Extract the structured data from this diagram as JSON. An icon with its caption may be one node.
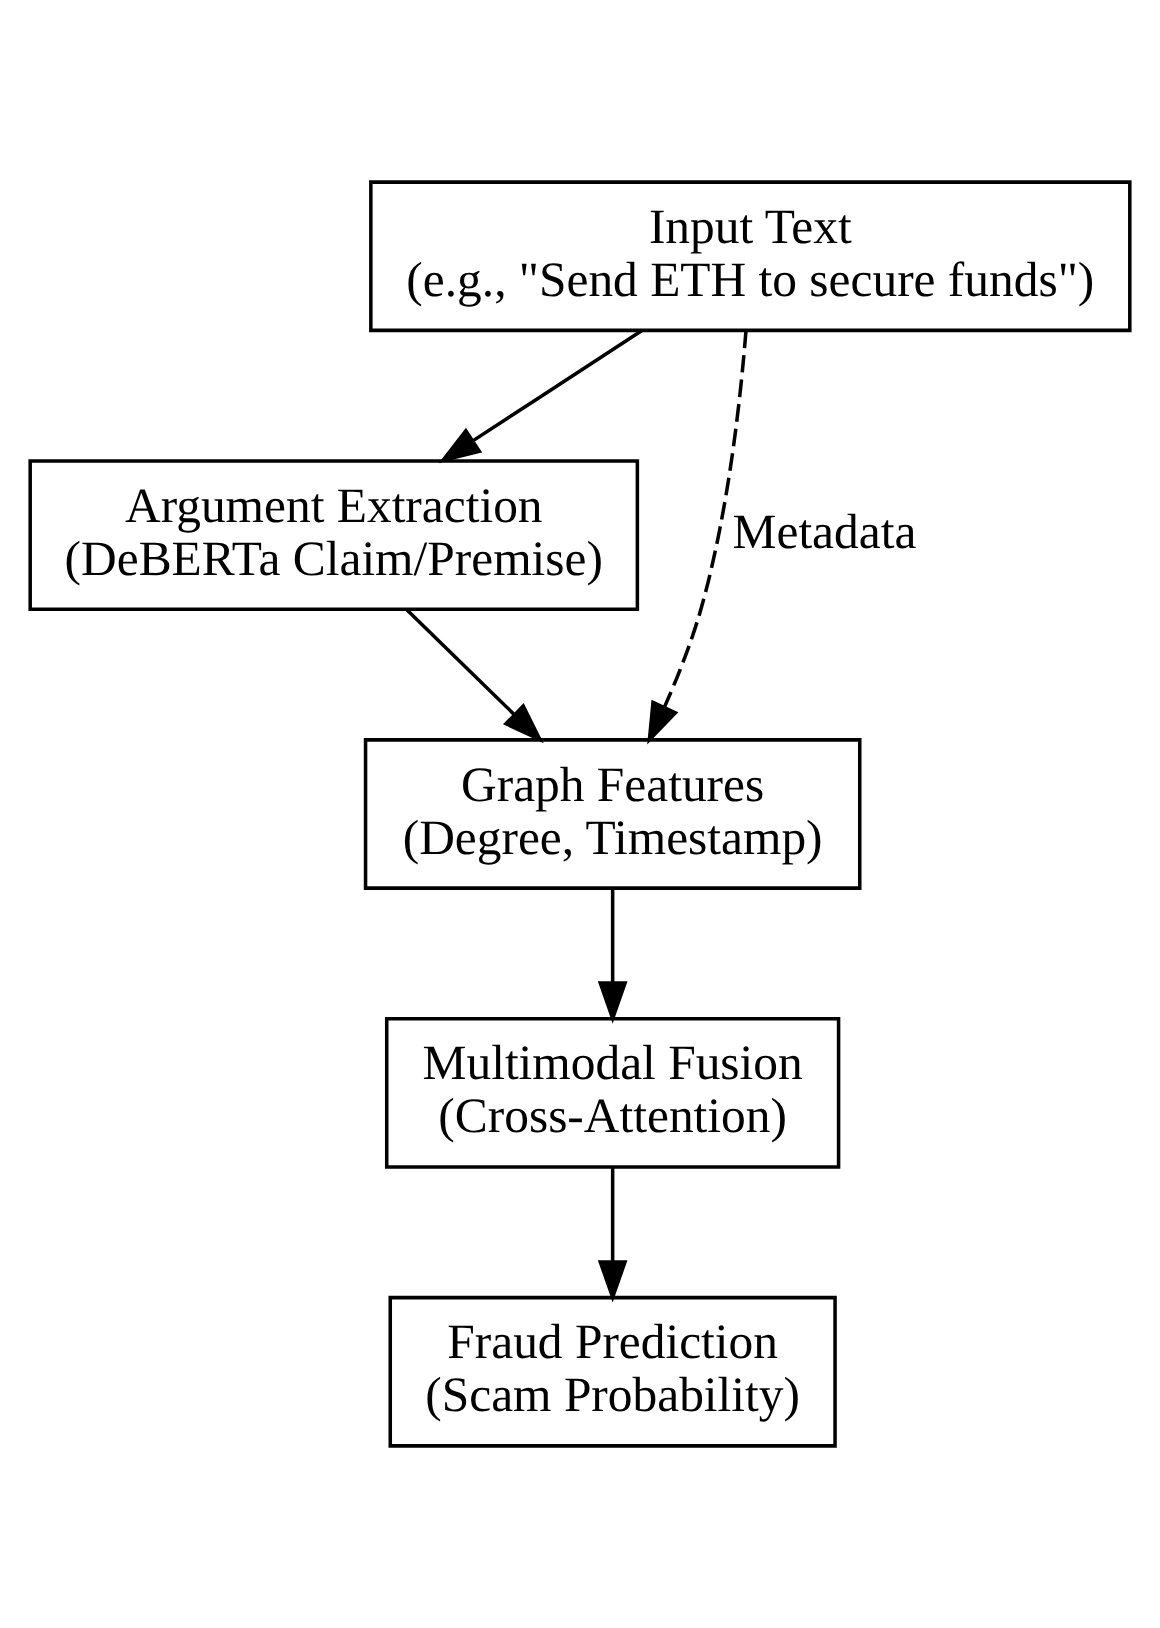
{
  "diagram": {
    "nodes": [
      {
        "text": [
          "Input Text",
          "(e.g., \"Send ETH to secure funds\")"
        ]
      },
      {
        "text": [
          "Argument Extraction",
          "(DeBERTa Claim/Premise)"
        ]
      },
      {
        "text": [
          "Graph Features",
          "(Degree, Timestamp)"
        ]
      },
      {
        "text": [
          "Multimodal Fusion",
          "(Cross-Attention)"
        ]
      },
      {
        "text": [
          "Fraud Prediction",
          "(Scam Probability)"
        ]
      }
    ],
    "edges": [
      {
        "from": 0,
        "to": 1,
        "arrow": "to"
      },
      {
        "from": 0,
        "to": 2,
        "arrow": "to",
        "label": "Metadata",
        "style": "dashed"
      },
      {
        "from": 1,
        "to": 2,
        "arrow": "to"
      },
      {
        "from": 2,
        "to": 3,
        "arrow": "to"
      },
      {
        "from": 3,
        "to": 4,
        "arrow": "to"
      }
    ]
  }
}
